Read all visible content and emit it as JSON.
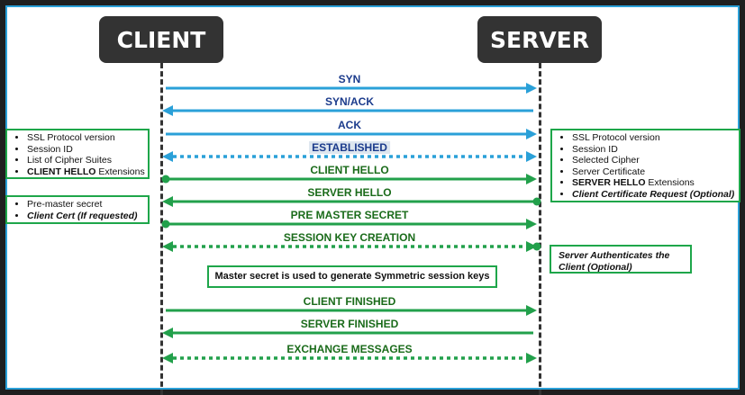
{
  "client_label": "CLIENT",
  "server_label": "SERVER",
  "messages": [
    {
      "label": "SYN",
      "direction": "to-server",
      "style": "solid",
      "color": "#2aa0d8"
    },
    {
      "label": "SYN/ACK",
      "direction": "to-client",
      "style": "solid",
      "color": "#2aa0d8"
    },
    {
      "label": "ACK",
      "direction": "to-server",
      "style": "solid",
      "color": "#2aa0d8"
    },
    {
      "label": "ESTABLISHED",
      "direction": "both",
      "style": "dotted",
      "color": "#2aa0d8"
    },
    {
      "label": "CLIENT HELLO",
      "direction": "to-server",
      "style": "solid",
      "color": "#22a04b"
    },
    {
      "label": "SERVER HELLO",
      "direction": "to-client",
      "style": "solid",
      "color": "#22a04b"
    },
    {
      "label": "PRE MASTER SECRET",
      "direction": "to-server",
      "style": "solid",
      "color": "#22a04b"
    },
    {
      "label": "SESSION KEY CREATION",
      "direction": "both",
      "style": "dotted",
      "color": "#22a04b"
    },
    {
      "label": "CLIENT FINISHED",
      "direction": "to-server",
      "style": "solid",
      "color": "#22a04b"
    },
    {
      "label": "SERVER FINISHED",
      "direction": "to-client",
      "style": "solid",
      "color": "#22a04b"
    },
    {
      "label": "EXCHANGE MESSAGES",
      "direction": "both",
      "style": "dotted",
      "color": "#22a04b"
    }
  ],
  "client_hello_box": {
    "items": [
      "SSL Protocol version",
      "Session ID",
      "List of Cipher Suites"
    ],
    "bold_part": "CLIENT HELLO",
    "bold_rest": " Extensions"
  },
  "client_cert_box": {
    "item1": "Pre-master secret",
    "item2": "Client Cert (If requested)"
  },
  "server_hello_box": {
    "items": [
      "SSL Protocol version",
      "Session ID",
      "Selected Cipher",
      "Server Certificate"
    ],
    "bold_part": "SERVER HELLO",
    "bold_rest": " Extensions",
    "last_item": "Client Certificate Request (Optional)"
  },
  "server_auth_note": "Server Authenticates the Client (Optional)",
  "master_secret_note": "Master secret is used to generate Symmetric session keys",
  "colors": {
    "blue": "#2aa0d8",
    "green": "#22a04b",
    "box_dark": "#333333",
    "box_border": "#1ea64a"
  }
}
